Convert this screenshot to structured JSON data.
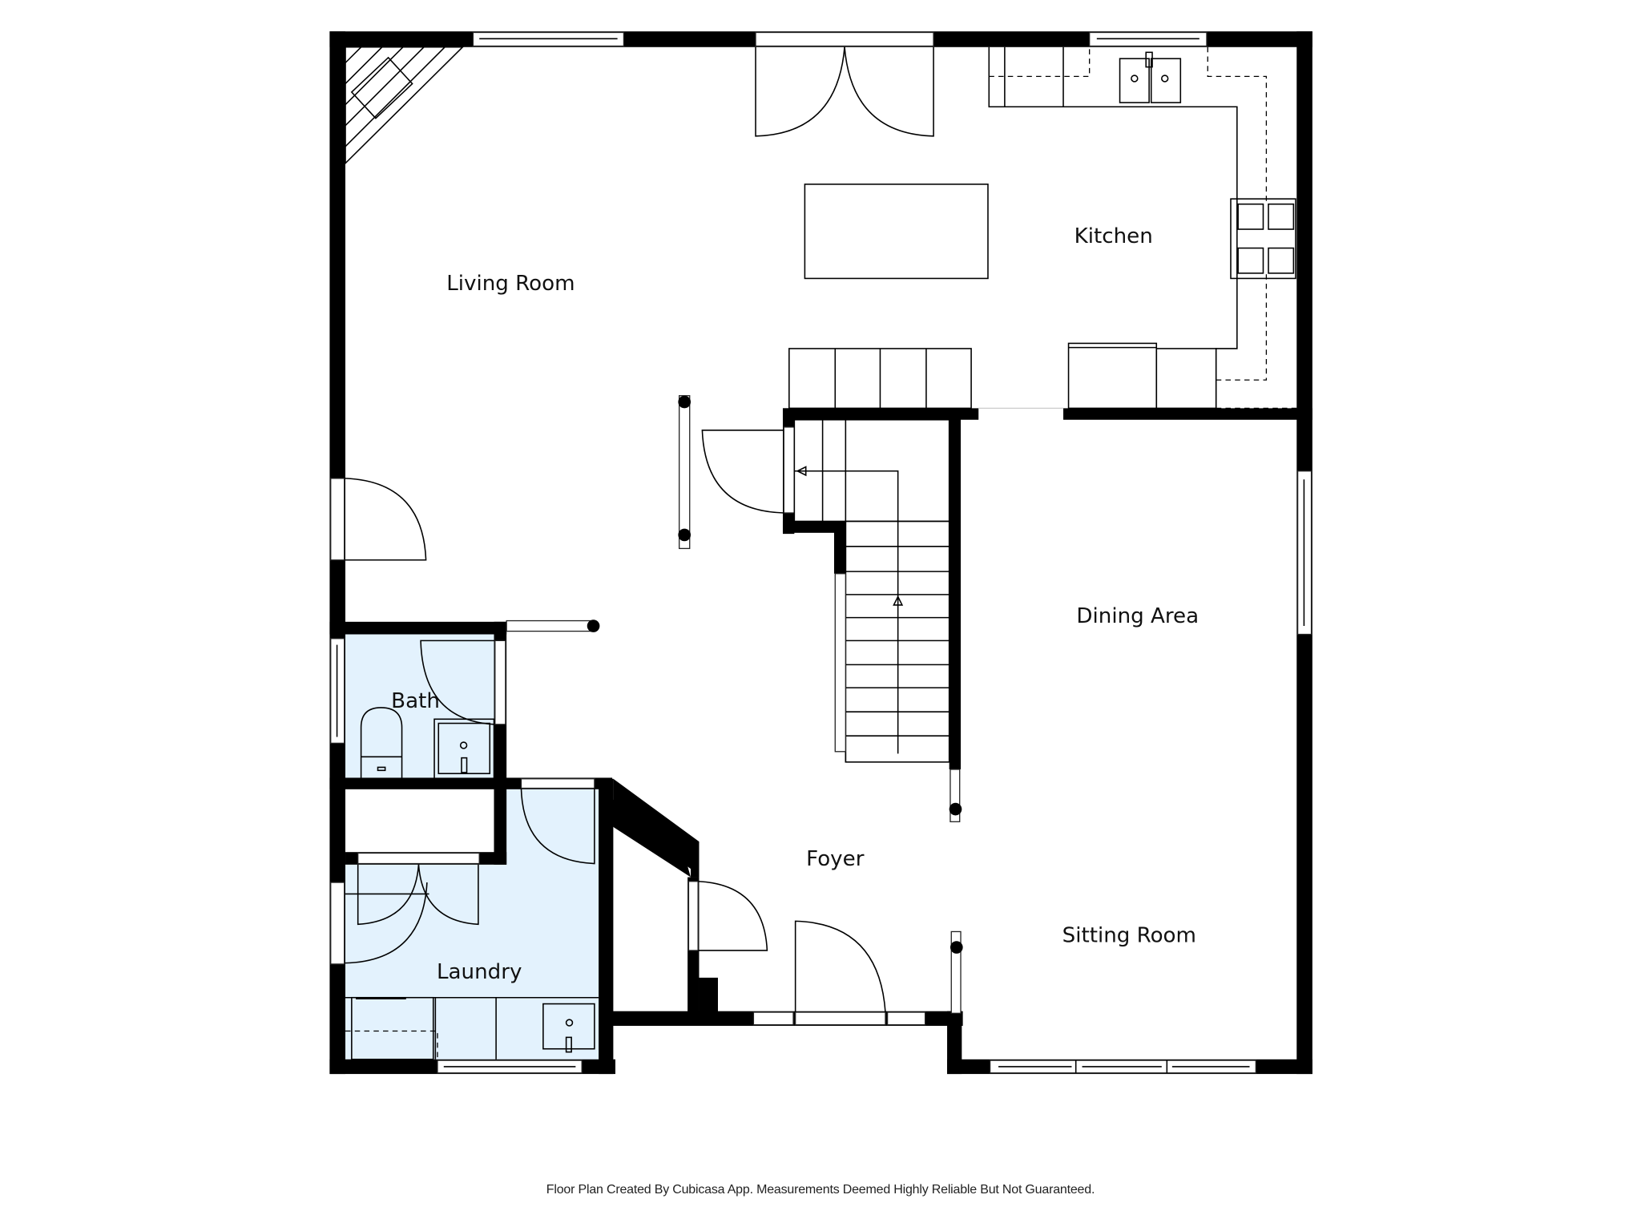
{
  "floor_plan": {
    "rooms": [
      {
        "id": "living-room",
        "label": "Living Room"
      },
      {
        "id": "kitchen",
        "label": "Kitchen"
      },
      {
        "id": "dining-area",
        "label": "Dining Area"
      },
      {
        "id": "bath",
        "label": "Bath"
      },
      {
        "id": "foyer",
        "label": "Foyer"
      },
      {
        "id": "laundry",
        "label": "Laundry"
      },
      {
        "id": "sitting-room",
        "label": "Sitting Room"
      }
    ],
    "colors": {
      "wall": "#000000",
      "wet_room_fill": "#e3f2fd",
      "background": "#ffffff"
    }
  },
  "footer": {
    "disclaimer": "Floor Plan Created By Cubicasa App. Measurements Deemed Highly Reliable But Not Guaranteed."
  }
}
